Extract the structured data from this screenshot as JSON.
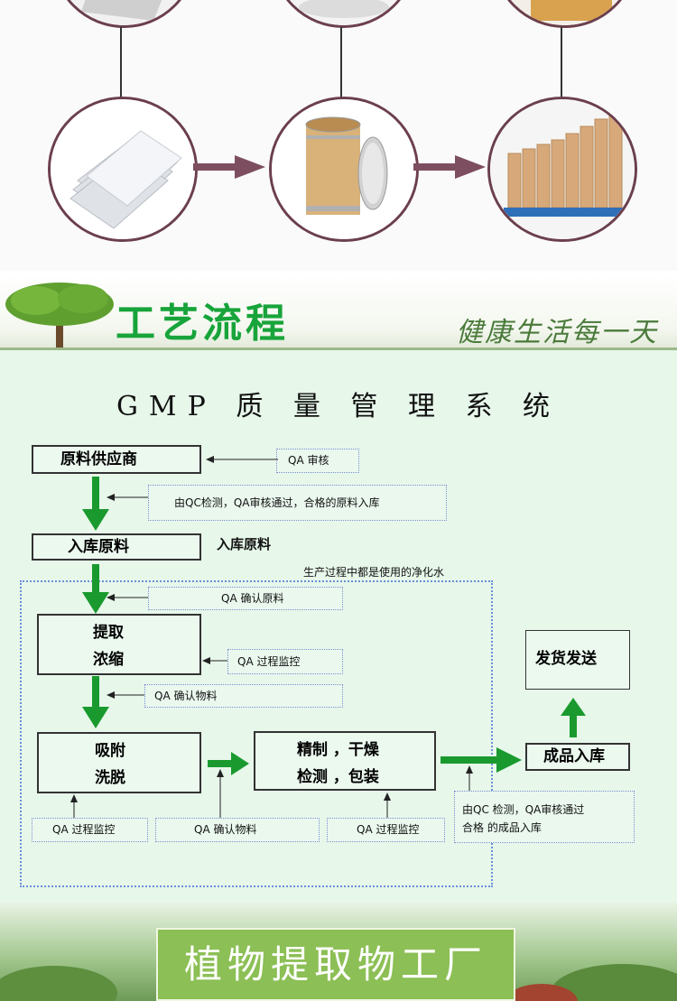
{
  "section_title": "工艺流程",
  "slogan": "健康生活每一天",
  "gmp": {
    "title": "GMP 质 量 管 理 系 统",
    "boxes": {
      "supplier": "原料供应商",
      "storage": "入库原料",
      "extract": [
        "提取",
        "浓缩"
      ],
      "adsorb": [
        "吸附",
        "洗脱"
      ],
      "refine": [
        "精制 ，干燥",
        "检测 ，包装"
      ],
      "product_storage": "成品入库",
      "shipping": "发货发送"
    },
    "side_label_storage": "入库原料",
    "notes": {
      "qa_review": "QA 审核",
      "qc_inspect": "由QC检测，QA审核通过，合格的原料入库",
      "purified_water": "生产过程中都是使用的净化水",
      "qa_confirm_raw": "QA 确认原料",
      "qa_process_1": "QA 过程监控",
      "qa_confirm_material_1": "QA 确认物料",
      "qa_process_2": "QA 过程监控",
      "qa_confirm_material_2": "QA 确认物料",
      "qa_process_3": "QA 过程监控",
      "qc_product": [
        "由QC 检测，QA审核通过",
        "合格 的成品入库"
      ]
    },
    "colors": {
      "flow_arrow": "#1a9a2e",
      "background": "#e7f7ea"
    }
  },
  "factory_title": "植物提取物工厂",
  "colors": {
    "title_green": "#17a43a",
    "circle_border": "#6b3f4c",
    "factory_box": "#8cbf55"
  }
}
